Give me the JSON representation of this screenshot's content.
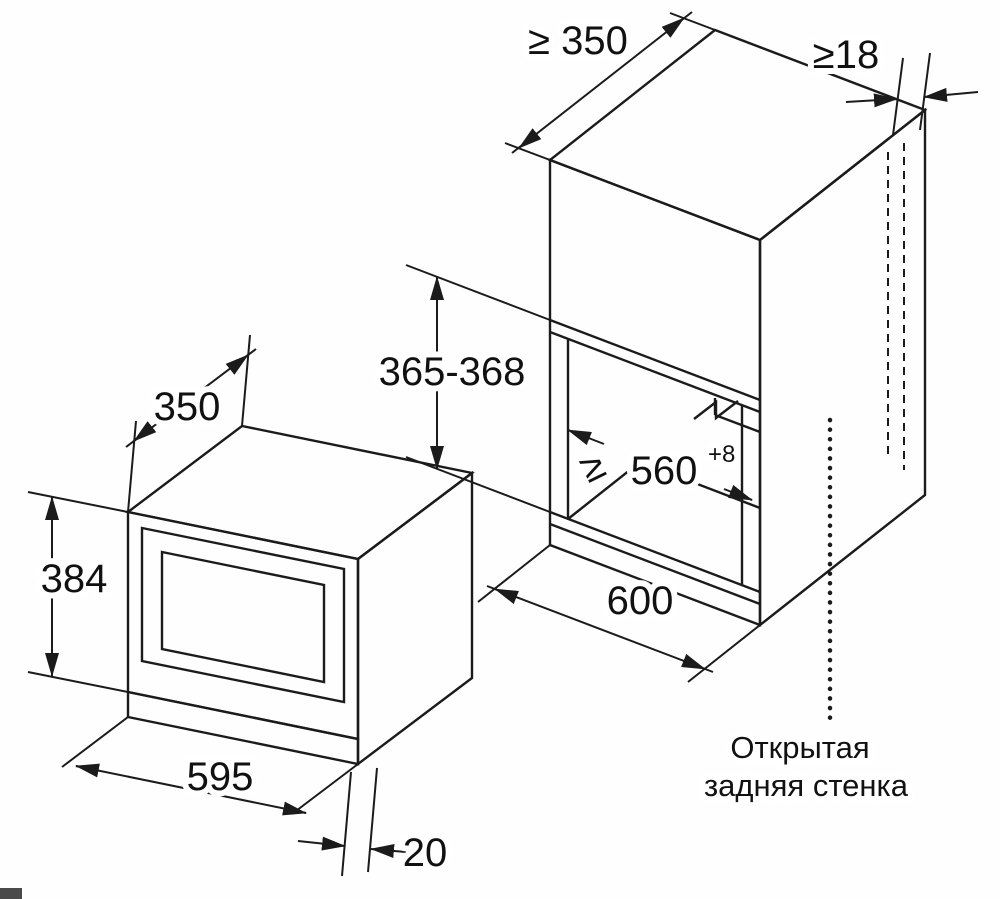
{
  "diagram": {
    "colors": {
      "line": "#1b1b1b",
      "background": "#ffffff",
      "text": "#111111"
    },
    "appliance": {
      "depth_mm": "350",
      "height_mm": "384",
      "width_mm": "595",
      "frame_mm": "20"
    },
    "cabinet": {
      "top_depth_min_mm": "≥ 350",
      "panel_thickness_min_mm": "≥18",
      "niche_height_mm": "365-368",
      "niche_width_min_sign": "≥",
      "niche_width_min_mm": "560",
      "niche_width_tolerance": "+8",
      "cabinet_width_mm": "600",
      "open_back_note_line1": "Открытая",
      "open_back_note_line2": "задняя стенка"
    }
  }
}
